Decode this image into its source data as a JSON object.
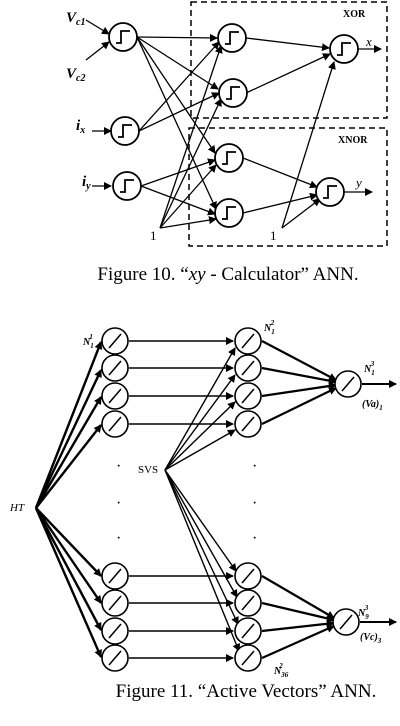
{
  "figure10": {
    "caption_prefix": "Figure 10. “",
    "caption_var": "xy",
    "caption_suffix": " - Calculator” ANN.",
    "input_vc1": "V",
    "input_vc1_sub": "c1",
    "input_vc2": "V",
    "input_vc2_sub": "c2",
    "input_ix": "i",
    "input_ix_sub": "x",
    "input_iy": "i",
    "input_iy_sub": "y",
    "bias_left": "1",
    "bias_right": "1",
    "xor_label": "XOR",
    "xnor_label": "XNOR",
    "output_x": "x",
    "output_y": "y"
  },
  "figure11": {
    "caption": "Figure 11. “Active Vectors” ANN.",
    "input_ht": "HT",
    "svs_label": "SVS",
    "n11": "N",
    "n11_sub": "1",
    "n11_sup": "1",
    "n12": "N",
    "n12_sub": "1",
    "n12_sup": "2",
    "n13": "N",
    "n13_sub": "1",
    "n13_sup": "3",
    "n93": "N",
    "n93_sub": "9",
    "n93_sup": "3",
    "n362": "N",
    "n362_sub": "36",
    "n362_sup": "2",
    "out_va": "(Va)",
    "out_va_sub": "1",
    "out_vc": "(Vc)",
    "out_vc_sub": "3"
  }
}
